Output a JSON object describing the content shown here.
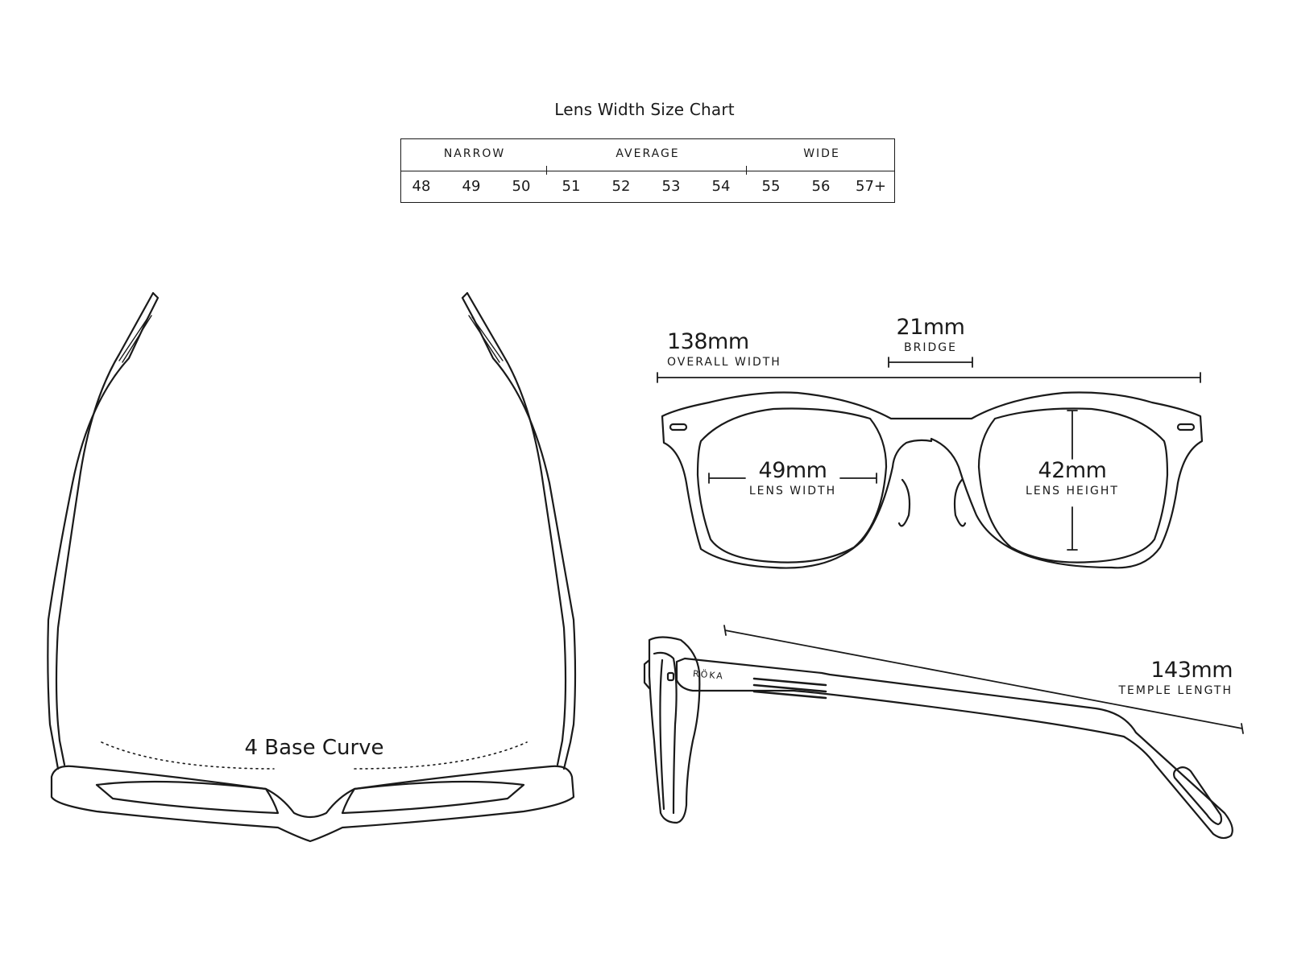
{
  "size_chart": {
    "title": "Lens Width Size Chart",
    "groups": [
      {
        "label": "NARROW",
        "values": [
          "48",
          "49",
          "50"
        ]
      },
      {
        "label": "AVERAGE",
        "values": [
          "51",
          "52",
          "53",
          "54"
        ]
      },
      {
        "label": "WIDE",
        "values": [
          "55",
          "56",
          "57+"
        ]
      }
    ]
  },
  "front_view": {
    "overall_width": {
      "value": "138mm",
      "label": "OVERALL WIDTH"
    },
    "bridge": {
      "value": "21mm",
      "label": "BRIDGE"
    },
    "lens_width": {
      "value": "49mm",
      "label": "LENS WIDTH"
    },
    "lens_height": {
      "value": "42mm",
      "label": "LENS HEIGHT"
    }
  },
  "side_view": {
    "brand": "RÖKA",
    "temple_length": {
      "value": "143mm",
      "label": "TEMPLE LENGTH"
    }
  },
  "top_view": {
    "base_curve": "4 Base Curve"
  }
}
